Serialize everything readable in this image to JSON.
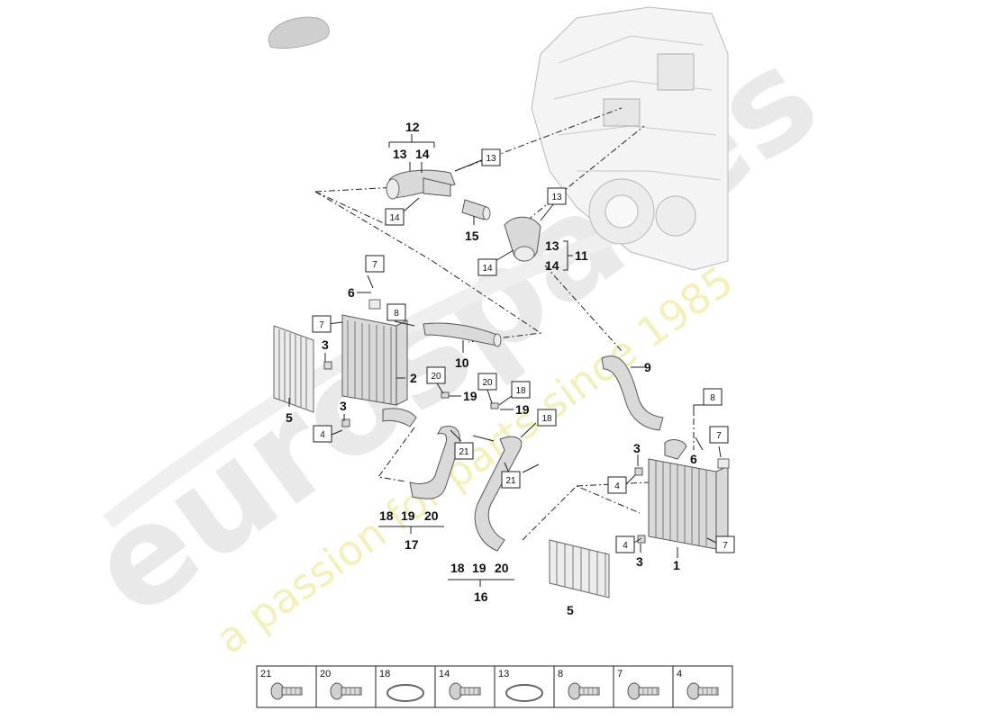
{
  "watermark": {
    "brand": "eurospares",
    "tagline": "a passion for parts since 1985"
  },
  "callouts": [
    {
      "id": "c12",
      "text": "12"
    },
    {
      "id": "c13a",
      "text": "13"
    },
    {
      "id": "c14a",
      "text": "14"
    },
    {
      "id": "c15",
      "text": "15"
    },
    {
      "id": "c13b",
      "text": "13"
    },
    {
      "id": "c14b",
      "text": "14"
    },
    {
      "id": "c11",
      "text": "11"
    },
    {
      "id": "c6a",
      "text": "6"
    },
    {
      "id": "c3a",
      "text": "3"
    },
    {
      "id": "c2",
      "text": "2"
    },
    {
      "id": "c3b",
      "text": "3"
    },
    {
      "id": "c5a",
      "text": "5"
    },
    {
      "id": "c10",
      "text": "10"
    },
    {
      "id": "c9",
      "text": "9"
    },
    {
      "id": "c19a",
      "text": "19"
    },
    {
      "id": "c19b",
      "text": "19"
    },
    {
      "id": "c18a",
      "text": "18"
    },
    {
      "id": "c19c",
      "text": "19"
    },
    {
      "id": "c20a",
      "text": "20"
    },
    {
      "id": "c17",
      "text": "17"
    },
    {
      "id": "c18b",
      "text": "18"
    },
    {
      "id": "c19d",
      "text": "19"
    },
    {
      "id": "c20b",
      "text": "20"
    },
    {
      "id": "c16",
      "text": "16"
    },
    {
      "id": "c3c",
      "text": "3"
    },
    {
      "id": "c6b",
      "text": "6"
    },
    {
      "id": "c3d",
      "text": "3"
    },
    {
      "id": "c1",
      "text": "1"
    },
    {
      "id": "c5b",
      "text": "5"
    }
  ],
  "boxed_labels": [
    {
      "id": "b13a",
      "text": "13"
    },
    {
      "id": "b13b",
      "text": "13"
    },
    {
      "id": "b14a",
      "text": "14"
    },
    {
      "id": "b14b",
      "text": "14"
    },
    {
      "id": "b7a",
      "text": "7"
    },
    {
      "id": "b7b",
      "text": "7"
    },
    {
      "id": "b8a",
      "text": "8"
    },
    {
      "id": "b4a",
      "text": "4"
    },
    {
      "id": "b20a",
      "text": "20"
    },
    {
      "id": "b20b",
      "text": "20"
    },
    {
      "id": "b18a",
      "text": "18"
    },
    {
      "id": "b18b",
      "text": "18"
    },
    {
      "id": "b21a",
      "text": "21"
    },
    {
      "id": "b21b",
      "text": "21"
    },
    {
      "id": "b8b",
      "text": "8"
    },
    {
      "id": "b7c",
      "text": "7"
    },
    {
      "id": "b4b",
      "text": "4"
    },
    {
      "id": "b4c",
      "text": "4"
    },
    {
      "id": "b7d",
      "text": "7"
    }
  ],
  "parts_table": [
    {
      "number": "21",
      "icon": "socket-head-bolt-icon"
    },
    {
      "number": "20",
      "icon": "flange-bolt-icon"
    },
    {
      "number": "18",
      "icon": "o-ring-icon"
    },
    {
      "number": "14",
      "icon": "flange-screw-icon"
    },
    {
      "number": "13",
      "icon": "o-ring-icon"
    },
    {
      "number": "8",
      "icon": "short-screw-icon"
    },
    {
      "number": "7",
      "icon": "hex-flange-bolt-icon"
    },
    {
      "number": "4",
      "icon": "torx-bolt-icon"
    }
  ],
  "colors": {
    "watermark_grey": "#e6e6e6",
    "watermark_yellow": "#f3f0b8",
    "line": "#222222",
    "part_fill": "#d9d9d9"
  }
}
